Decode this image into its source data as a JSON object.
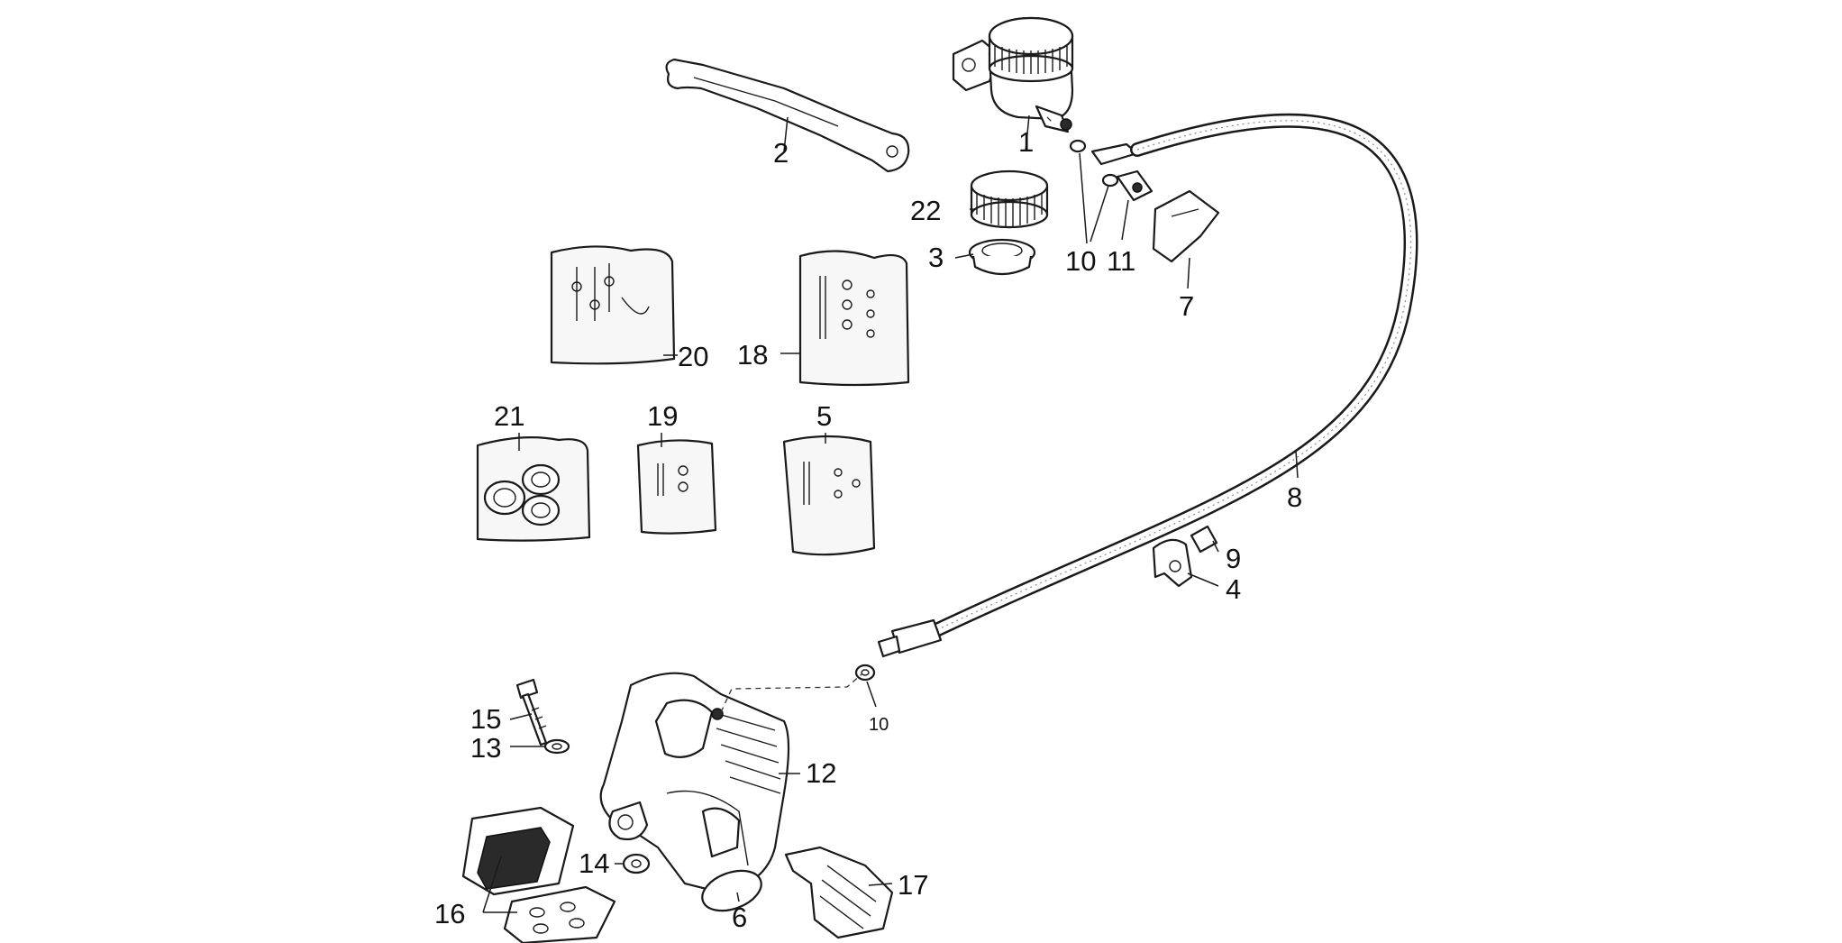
{
  "callouts": {
    "c1": "1",
    "c2": "2",
    "c3": "3",
    "c4": "4",
    "c5": "5",
    "c6": "6",
    "c7": "7",
    "c8": "8",
    "c9": "9",
    "c10a": "10",
    "c10b": "10",
    "c11": "11",
    "c12": "12",
    "c13": "13",
    "c14": "14",
    "c15": "15",
    "c16": "16",
    "c17": "17",
    "c18": "18",
    "c19": "19",
    "c20": "20",
    "c21": "21",
    "c22": "22"
  },
  "colors": {
    "ink": "#1a1a1a",
    "background": "#ffffff"
  }
}
